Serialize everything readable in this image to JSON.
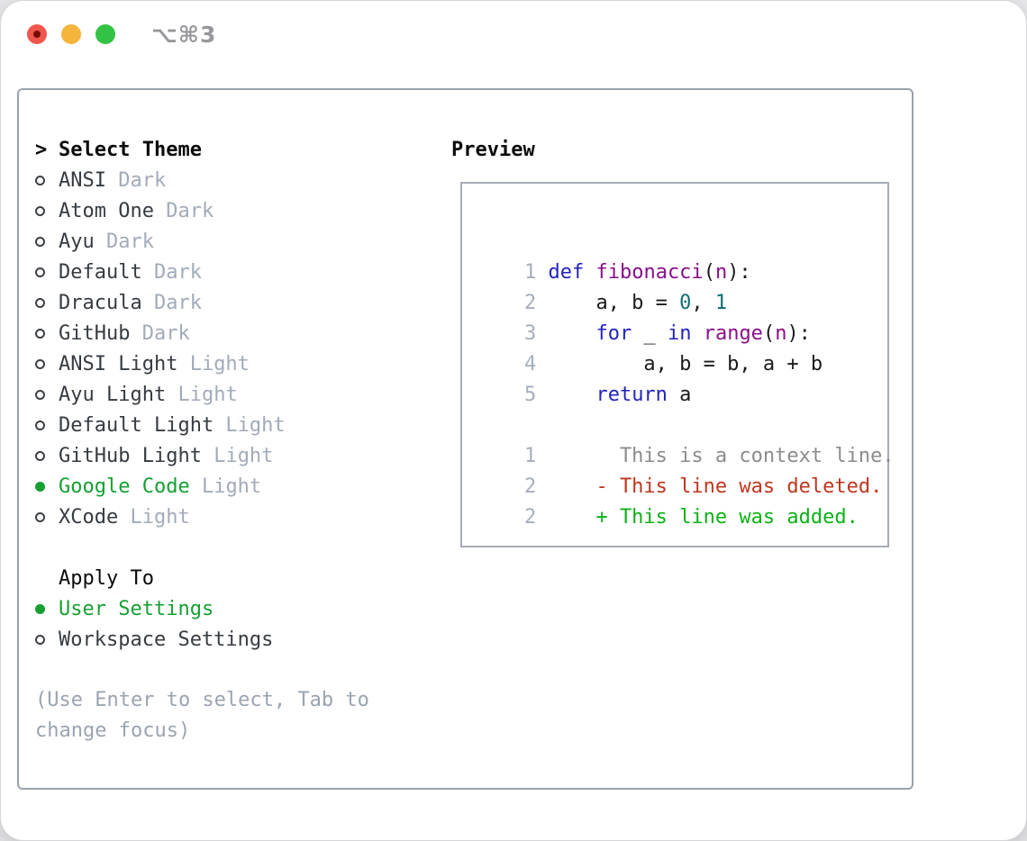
{
  "window": {
    "title": "⌥⌘3"
  },
  "theme_list": {
    "header": "Select Theme",
    "header_marker": ">",
    "items": [
      {
        "name": "ANSI",
        "tag": "Dark",
        "selected": false
      },
      {
        "name": "Atom One",
        "tag": "Dark",
        "selected": false
      },
      {
        "name": "Ayu",
        "tag": "Dark",
        "selected": false
      },
      {
        "name": "Default",
        "tag": "Dark",
        "selected": false
      },
      {
        "name": "Dracula",
        "tag": "Dark",
        "selected": false
      },
      {
        "name": "GitHub",
        "tag": "Dark",
        "selected": false
      },
      {
        "name": "ANSI Light",
        "tag": "Light",
        "selected": false
      },
      {
        "name": "Ayu Light",
        "tag": "Light",
        "selected": false
      },
      {
        "name": "Default Light",
        "tag": "Light",
        "selected": false
      },
      {
        "name": "GitHub Light",
        "tag": "Light",
        "selected": false
      },
      {
        "name": "Google Code",
        "tag": "Light",
        "selected": true
      },
      {
        "name": "XCode",
        "tag": "Light",
        "selected": false
      }
    ]
  },
  "apply_to": {
    "header": "Apply To",
    "options": [
      {
        "label": "User Settings",
        "selected": true
      },
      {
        "label": "Workspace Settings",
        "selected": false
      }
    ]
  },
  "hint": "(Use Enter to select, Tab to change focus)",
  "preview": {
    "label": "Preview",
    "code_lines": [
      {
        "num": "1",
        "tokens": [
          {
            "t": "def",
            "c": "kw"
          },
          {
            "t": " ",
            "c": "pl"
          },
          {
            "t": "fibonacci",
            "c": "fn"
          },
          {
            "t": "(",
            "c": "pl"
          },
          {
            "t": "n",
            "c": "fn"
          },
          {
            "t": "):",
            "c": "pl"
          }
        ]
      },
      {
        "num": "2",
        "tokens": [
          {
            "t": "    a, b = ",
            "c": "pl"
          },
          {
            "t": "0",
            "c": "lit"
          },
          {
            "t": ", ",
            "c": "pl"
          },
          {
            "t": "1",
            "c": "lit"
          }
        ]
      },
      {
        "num": "3",
        "tokens": [
          {
            "t": "    ",
            "c": "pl"
          },
          {
            "t": "for",
            "c": "kw"
          },
          {
            "t": " _ ",
            "c": "pl"
          },
          {
            "t": "in",
            "c": "kw"
          },
          {
            "t": " ",
            "c": "pl"
          },
          {
            "t": "range",
            "c": "fn"
          },
          {
            "t": "(",
            "c": "pl"
          },
          {
            "t": "n",
            "c": "fn"
          },
          {
            "t": "):",
            "c": "pl"
          }
        ]
      },
      {
        "num": "4",
        "tokens": [
          {
            "t": "        a, b = b, a + b",
            "c": "pl"
          }
        ]
      },
      {
        "num": "5",
        "tokens": [
          {
            "t": "    ",
            "c": "pl"
          },
          {
            "t": "return",
            "c": "kw"
          },
          {
            "t": " a",
            "c": "pl"
          }
        ]
      }
    ],
    "diff_lines": [
      {
        "num": "1",
        "class": "ctx",
        "text": "      This is a context line."
      },
      {
        "num": "2",
        "class": "del",
        "text": "    - This line was deleted."
      },
      {
        "num": "2",
        "class": "add",
        "text": "    + This line was added."
      }
    ]
  },
  "colors": {
    "keyword": "#2323c0",
    "function": "#8a0f8a",
    "literal": "#0e6d74",
    "plain": "#1b1b1b",
    "linenum": "#a6aebc",
    "context": "#8c8c8c",
    "deleted": "#c0361f",
    "added": "#0db217",
    "selected-green": "#16a033",
    "item-name": "#363b42",
    "item-tag": "#a2abb9",
    "marker-ring": "#3c4148",
    "hint": "#9aa4b1",
    "panel-border": "#99a2ad",
    "box-border": "#a6acb5",
    "title": "#97979c",
    "header": "#0a0a0a",
    "traffic-red": "#f0564d",
    "traffic-red-dot": "#770d06",
    "traffic-yellow": "#f5b53d",
    "traffic-green": "#33c344"
  }
}
